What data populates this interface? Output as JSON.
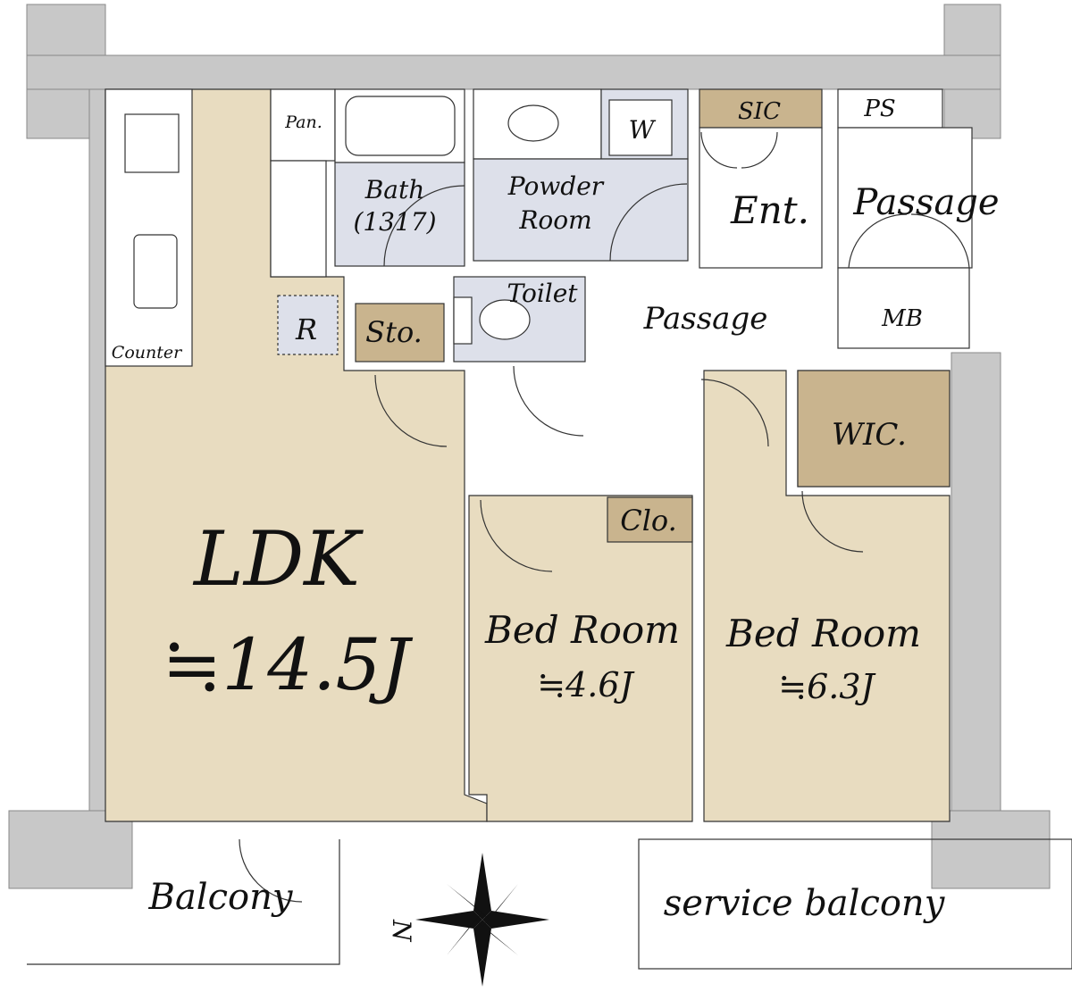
{
  "colors": {
    "wall": "#c8c8c8",
    "living": "#e8dcc0",
    "wet": "#dde0ea",
    "storage": "#c9b48e"
  },
  "rooms": {
    "ldk": {
      "name": "LDK",
      "size": "≒14.5J"
    },
    "bed1": {
      "name": "Bed Room",
      "size": "≒4.6J"
    },
    "bed2": {
      "name": "Bed Room",
      "size": "≒6.3J"
    },
    "counter": "Counter",
    "pantry": "Pan.",
    "refrigerator": "R",
    "storage": "Sto.",
    "bath": "Bath",
    "bath_size": "(1317)",
    "powder": "Powder",
    "powder2": "Room",
    "washer": "W",
    "toilet": "Toilet",
    "passage": "Passage",
    "passage2": "Passage",
    "entrance": "Ent.",
    "sic": "SIC",
    "ps": "PS",
    "mb": "MB",
    "wic": "WIC.",
    "closet": "Clo.",
    "balcony": "Balcony",
    "service_balcony": "service balcony"
  },
  "compass": {
    "north": "N"
  }
}
